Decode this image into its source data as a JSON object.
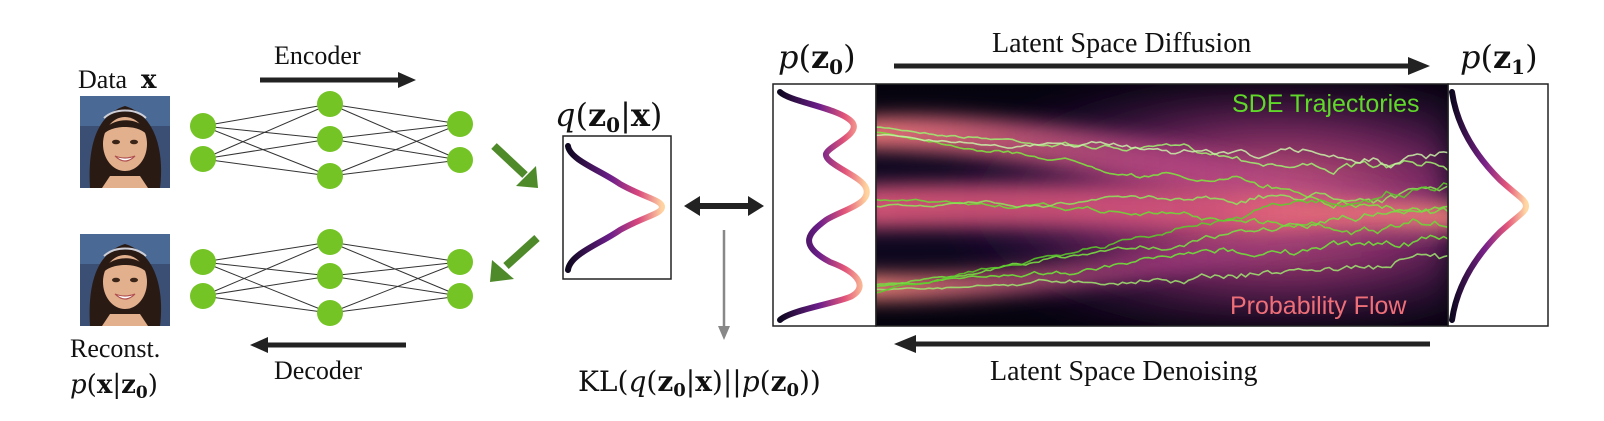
{
  "labels": {
    "data_prefix": "Data",
    "data_var": "x",
    "encoder": "Encoder",
    "decoder": "Decoder",
    "reconst": "Reconst.",
    "p_x_given_z0": "p(x|z0)",
    "q_z0_given_x": "q(z0|x)",
    "p_z0": "p(z0)",
    "p_z1": "p(z1)",
    "latent_diffusion": "Latent Space Diffusion",
    "latent_denoising": "Latent Space Denoising",
    "sde_trajectories": "SDE Trajectories",
    "probability_flow": "Probability Flow",
    "kl_term": "KL(q(z0|x)||p(z0))"
  },
  "colors": {
    "node_green": "#74c425",
    "arrow_green": "#4f8a2a",
    "trajectory_green": "#6fe03a",
    "dark": "#222222",
    "gray_arrow": "#888888"
  },
  "icons": {
    "face_input": "face-photo-icon",
    "face_reconstruction": "face-photo-icon"
  }
}
